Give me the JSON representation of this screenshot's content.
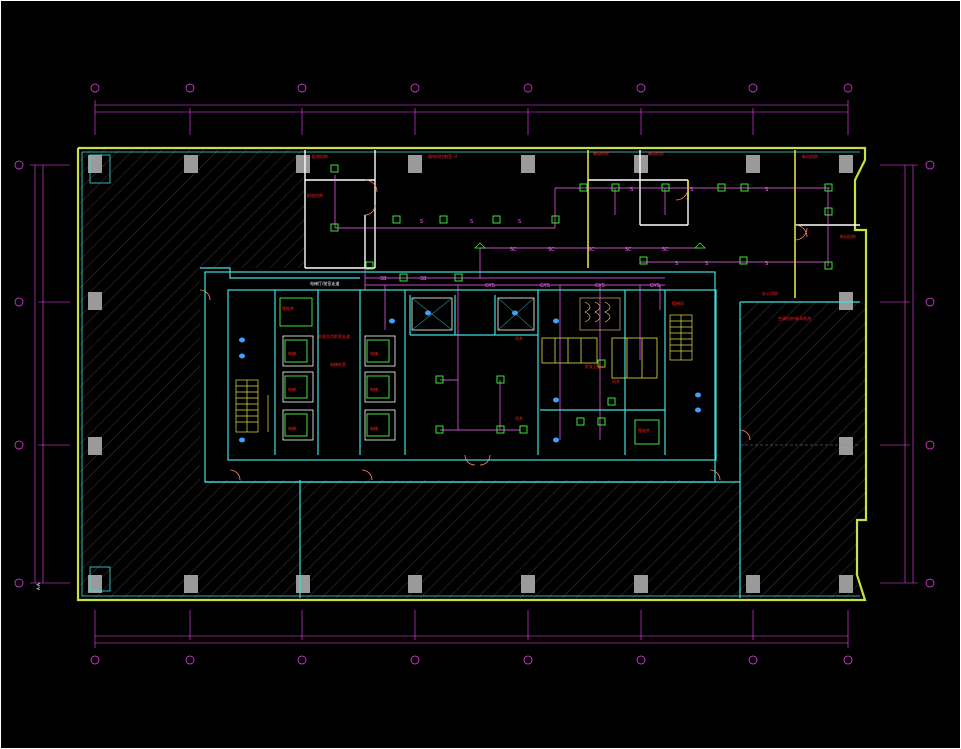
{
  "drawing": {
    "label_corner_left": "A-A-",
    "room_labels": {
      "office_ne_1": "弱电间控制室 -2",
      "office_ne_2": "弱电机房",
      "office_ne_3": "弱电机房",
      "office_west": "配电机房",
      "office_east": "新风机房",
      "lobby_corridor": "电梯厅/前室走道",
      "core_label_1": "前室合用前室走道",
      "core_label_2": "电梯前室",
      "mep_room": "新风机房",
      "stair_label": "楼梯间",
      "toilet_label": "男女卫生间",
      "east_zone_1": "办公用房",
      "east_zone_2": "空调机房/新风机房",
      "shaft_1": "强电井",
      "shaft_2": "风井",
      "elev_1": "电梯",
      "elev_2": "电梯"
    },
    "symbols": {
      "sprinkler": "S",
      "cable": "SC",
      "fire": "GYS",
      "sb": "SB"
    }
  }
}
